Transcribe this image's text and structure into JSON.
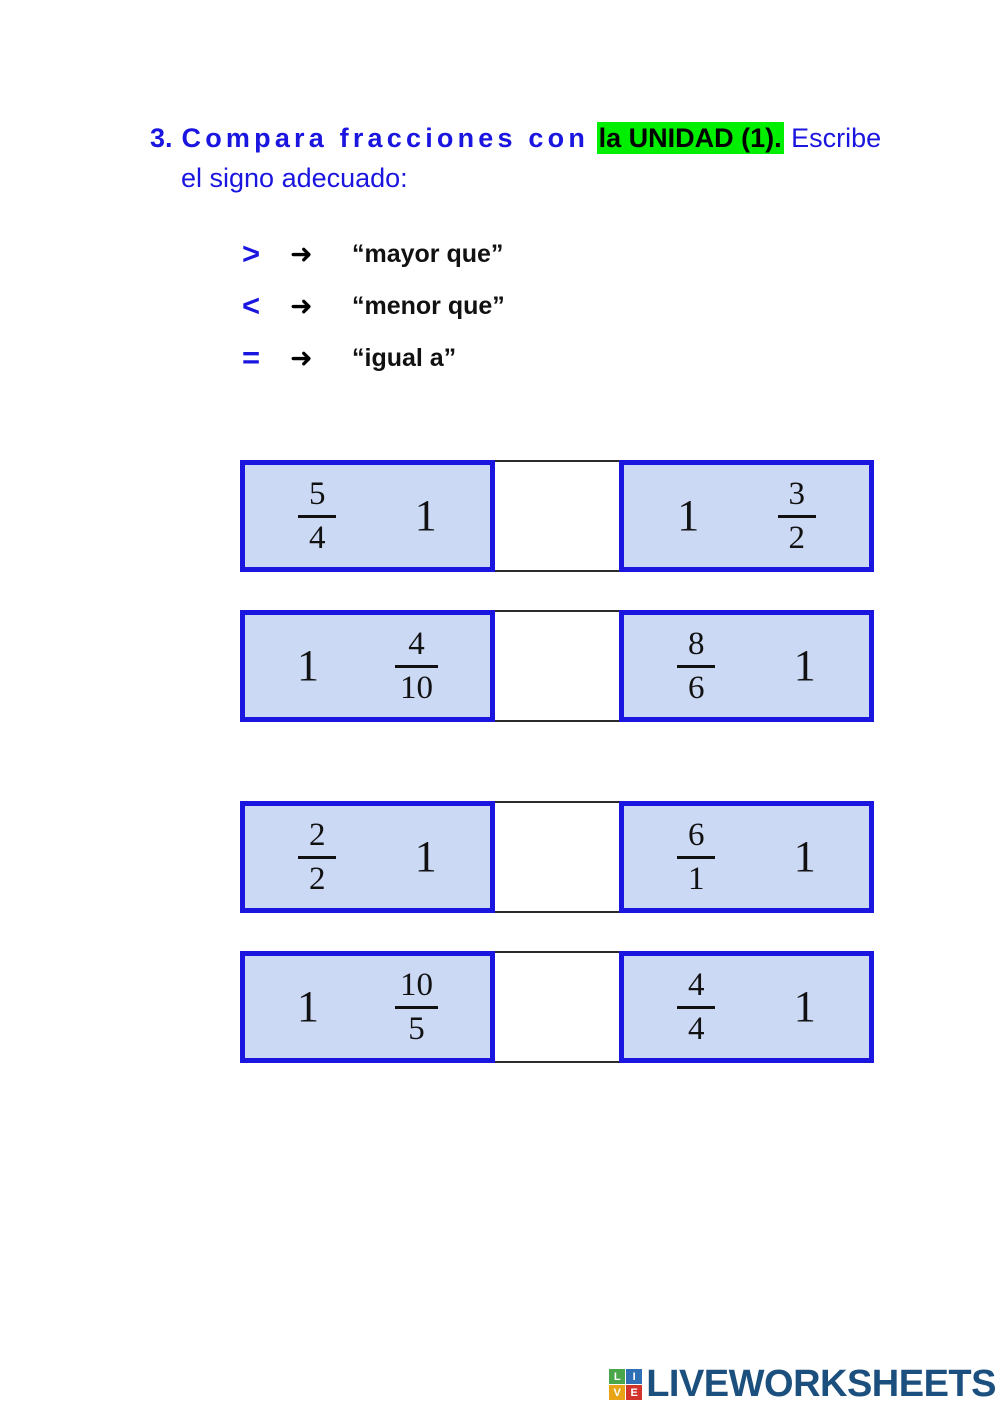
{
  "page": {
    "background": "#ffffff",
    "heading_color": "#1a16e0",
    "highlight_color": "#00ef00",
    "box_border_color": "#1a16e0",
    "box_fill_color": "#ccd9f5"
  },
  "instruction": {
    "number": "3.",
    "bold_part_1": "Compara fracciones con",
    "highlighted_part": "la UNIDAD (1).",
    "normal_part": " Escribe",
    "line_2": "el signo adecuado:"
  },
  "legend": {
    "rows": [
      {
        "symbol": ">",
        "arrow": "➜",
        "meaning": "“mayor que”"
      },
      {
        "symbol": "<",
        "arrow": "➜",
        "meaning": "“menor que”"
      },
      {
        "symbol": "=",
        "arrow": "➜",
        "meaning": "“igual a”"
      }
    ]
  },
  "exercises": {
    "answer_placeholder": "",
    "groups": [
      {
        "rows": [
          {
            "left": {
              "first": {
                "type": "fraction",
                "numerator": "5",
                "denominator": "4"
              },
              "second": {
                "type": "whole",
                "value": "1"
              }
            },
            "answer": "",
            "right": {
              "first": {
                "type": "whole",
                "value": "1"
              },
              "second": {
                "type": "fraction",
                "numerator": "3",
                "denominator": "2"
              }
            }
          },
          {
            "left": {
              "first": {
                "type": "whole",
                "value": "1"
              },
              "second": {
                "type": "fraction",
                "numerator": "4",
                "denominator": "10"
              }
            },
            "answer": "",
            "right": {
              "first": {
                "type": "fraction",
                "numerator": "8",
                "denominator": "6"
              },
              "second": {
                "type": "whole",
                "value": "1"
              }
            }
          }
        ]
      },
      {
        "rows": [
          {
            "left": {
              "first": {
                "type": "fraction",
                "numerator": "2",
                "denominator": "2"
              },
              "second": {
                "type": "whole",
                "value": "1"
              }
            },
            "answer": "",
            "right": {
              "first": {
                "type": "fraction",
                "numerator": "6",
                "denominator": "1"
              },
              "second": {
                "type": "whole",
                "value": "1"
              }
            }
          },
          {
            "left": {
              "first": {
                "type": "whole",
                "value": "1"
              },
              "second": {
                "type": "fraction",
                "numerator": "10",
                "denominator": "5"
              }
            },
            "answer": "",
            "right": {
              "first": {
                "type": "fraction",
                "numerator": "4",
                "denominator": "4"
              },
              "second": {
                "type": "whole",
                "value": "1"
              }
            }
          }
        ]
      }
    ]
  },
  "footer": {
    "logo_tiles": [
      "L",
      "I",
      "V",
      "E"
    ],
    "logo_tile_colors": [
      "#4aa64a",
      "#2f6fb5",
      "#e8a317",
      "#d2342c"
    ],
    "logo_word": "LIVEWORKSHEETS",
    "logo_word_color": "#1b4f7e"
  }
}
